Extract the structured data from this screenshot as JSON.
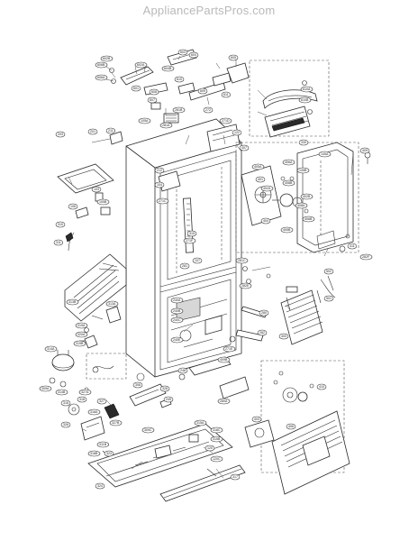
{
  "watermark": "AppliancePartsPros.com",
  "part_labels": [
    {
      "id": "p-606b",
      "text": "606B"
    },
    {
      "id": "p-602b",
      "text": "602B"
    },
    {
      "id": "p-604b",
      "text": "604B"
    },
    {
      "id": "p-606a",
      "text": "606A"
    },
    {
      "id": "p-602a",
      "text": "602A"
    },
    {
      "id": "p-601",
      "text": "601"
    },
    {
      "id": "p-603",
      "text": "603"
    },
    {
      "id": "p-605",
      "text": "605"
    },
    {
      "id": "p-608",
      "text": "608"
    },
    {
      "id": "p-609",
      "text": "609"
    },
    {
      "id": "p-610",
      "text": "610"
    },
    {
      "id": "p-611",
      "text": "611"
    },
    {
      "id": "p-281b",
      "text": "281B"
    },
    {
      "id": "p-281a",
      "text": "281A"
    },
    {
      "id": "p-105a",
      "text": "105A"
    },
    {
      "id": "p-607",
      "text": "607"
    },
    {
      "id": "p-201",
      "text": "201"
    },
    {
      "id": "p-211",
      "text": "211"
    },
    {
      "id": "p-271d",
      "text": "271D"
    },
    {
      "id": "p-272",
      "text": "272"
    },
    {
      "id": "p-203",
      "text": "203"
    },
    {
      "id": "p-103",
      "text": "103"
    },
    {
      "id": "p-105b",
      "text": "105B"
    },
    {
      "id": "p-271c",
      "text": "271C"
    },
    {
      "id": "p-330",
      "text": "330"
    },
    {
      "id": "p-407",
      "text": "407"
    },
    {
      "id": "p-405a",
      "text": "405A"
    },
    {
      "id": "p-310",
      "text": "310"
    },
    {
      "id": "p-106",
      "text": "106"
    },
    {
      "id": "p-401",
      "text": "401"
    },
    {
      "id": "p-406a",
      "text": "406A"
    },
    {
      "id": "p-145a",
      "text": "145A"
    },
    {
      "id": "p-145b",
      "text": "145B"
    },
    {
      "id": "p-408b",
      "text": "408B"
    },
    {
      "id": "p-402a",
      "text": "402A"
    },
    {
      "id": "p-402b",
      "text": "402B"
    },
    {
      "id": "p-408a",
      "text": "408A"
    },
    {
      "id": "p-405b",
      "text": "405B"
    },
    {
      "id": "p-406b",
      "text": "406B"
    },
    {
      "id": "p-404",
      "text": "404"
    },
    {
      "id": "p-409",
      "text": "409"
    },
    {
      "id": "p-282f",
      "text": "282F"
    },
    {
      "id": "p-271f",
      "text": "271F"
    },
    {
      "id": "p-313b",
      "text": "313B"
    },
    {
      "id": "p-311",
      "text": "311"
    },
    {
      "id": "p-315",
      "text": "315"
    },
    {
      "id": "p-107",
      "text": "107"
    },
    {
      "id": "p-411",
      "text": "411"
    },
    {
      "id": "p-281c",
      "text": "281C"
    },
    {
      "id": "p-282e",
      "text": "282E"
    },
    {
      "id": "p-319a",
      "text": "319A"
    },
    {
      "id": "p-313a",
      "text": "313A"
    },
    {
      "id": "p-502",
      "text": "502"
    },
    {
      "id": "p-501",
      "text": "501"
    },
    {
      "id": "p-280",
      "text": "280"
    },
    {
      "id": "p-282",
      "text": "282"
    },
    {
      "id": "p-320a",
      "text": "320A"
    },
    {
      "id": "p-400",
      "text": "400"
    },
    {
      "id": "p-319b",
      "text": "319B"
    },
    {
      "id": "p-314a",
      "text": "314A"
    },
    {
      "id": "p-309a",
      "text": "309A"
    },
    {
      "id": "p-314b",
      "text": "314B"
    },
    {
      "id": "p-306",
      "text": "306"
    },
    {
      "id": "p-240a",
      "text": "240A"
    },
    {
      "id": "p-240b",
      "text": "240B"
    },
    {
      "id": "p-240c",
      "text": "240C"
    },
    {
      "id": "p-240e",
      "text": "240E"
    },
    {
      "id": "p-271e",
      "text": "271E"
    },
    {
      "id": "p-248",
      "text": "248"
    },
    {
      "id": "p-409b",
      "text": "409B"
    },
    {
      "id": "p-316",
      "text": "316"
    },
    {
      "id": "p-318",
      "text": "318"
    },
    {
      "id": "p-318a",
      "text": "318A"
    },
    {
      "id": "p-327",
      "text": "327"
    },
    {
      "id": "p-327a",
      "text": "327A"
    },
    {
      "id": "p-327b",
      "text": "327B"
    },
    {
      "id": "p-326",
      "text": "326"
    },
    {
      "id": "p-328",
      "text": "328"
    },
    {
      "id": "p-309c",
      "text": "309C"
    },
    {
      "id": "p-311b",
      "text": "311B"
    },
    {
      "id": "p-318b",
      "text": "318B"
    },
    {
      "id": "p-315a",
      "text": "315A"
    },
    {
      "id": "p-324",
      "text": "324"
    },
    {
      "id": "p-318c",
      "text": "318C"
    },
    {
      "id": "p-315b",
      "text": "315B"
    },
    {
      "id": "p-120",
      "text": "120"
    },
    {
      "id": "p-120c",
      "text": "120C"
    },
    {
      "id": "p-317",
      "text": "317"
    },
    {
      "id": "p-604",
      "text": "604"
    },
    {
      "id": "p-249",
      "text": "249"
    },
    {
      "id": "p-280a",
      "text": "280A"
    },
    {
      "id": "p-281",
      "text": "281"
    },
    {
      "id": "p-610a",
      "text": "610A"
    },
    {
      "id": "p-610b",
      "text": "610B"
    },
    {
      "id": "p-212",
      "text": "212"
    },
    {
      "id": "p-104",
      "text": "104"
    },
    {
      "id": "p-122",
      "text": "122"
    },
    {
      "id": "p-323",
      "text": "323"
    },
    {
      "id": "p-406",
      "text": "406"
    },
    {
      "id": "p-403",
      "text": "403"
    },
    {
      "id": "p-410",
      "text": "410"
    }
  ]
}
